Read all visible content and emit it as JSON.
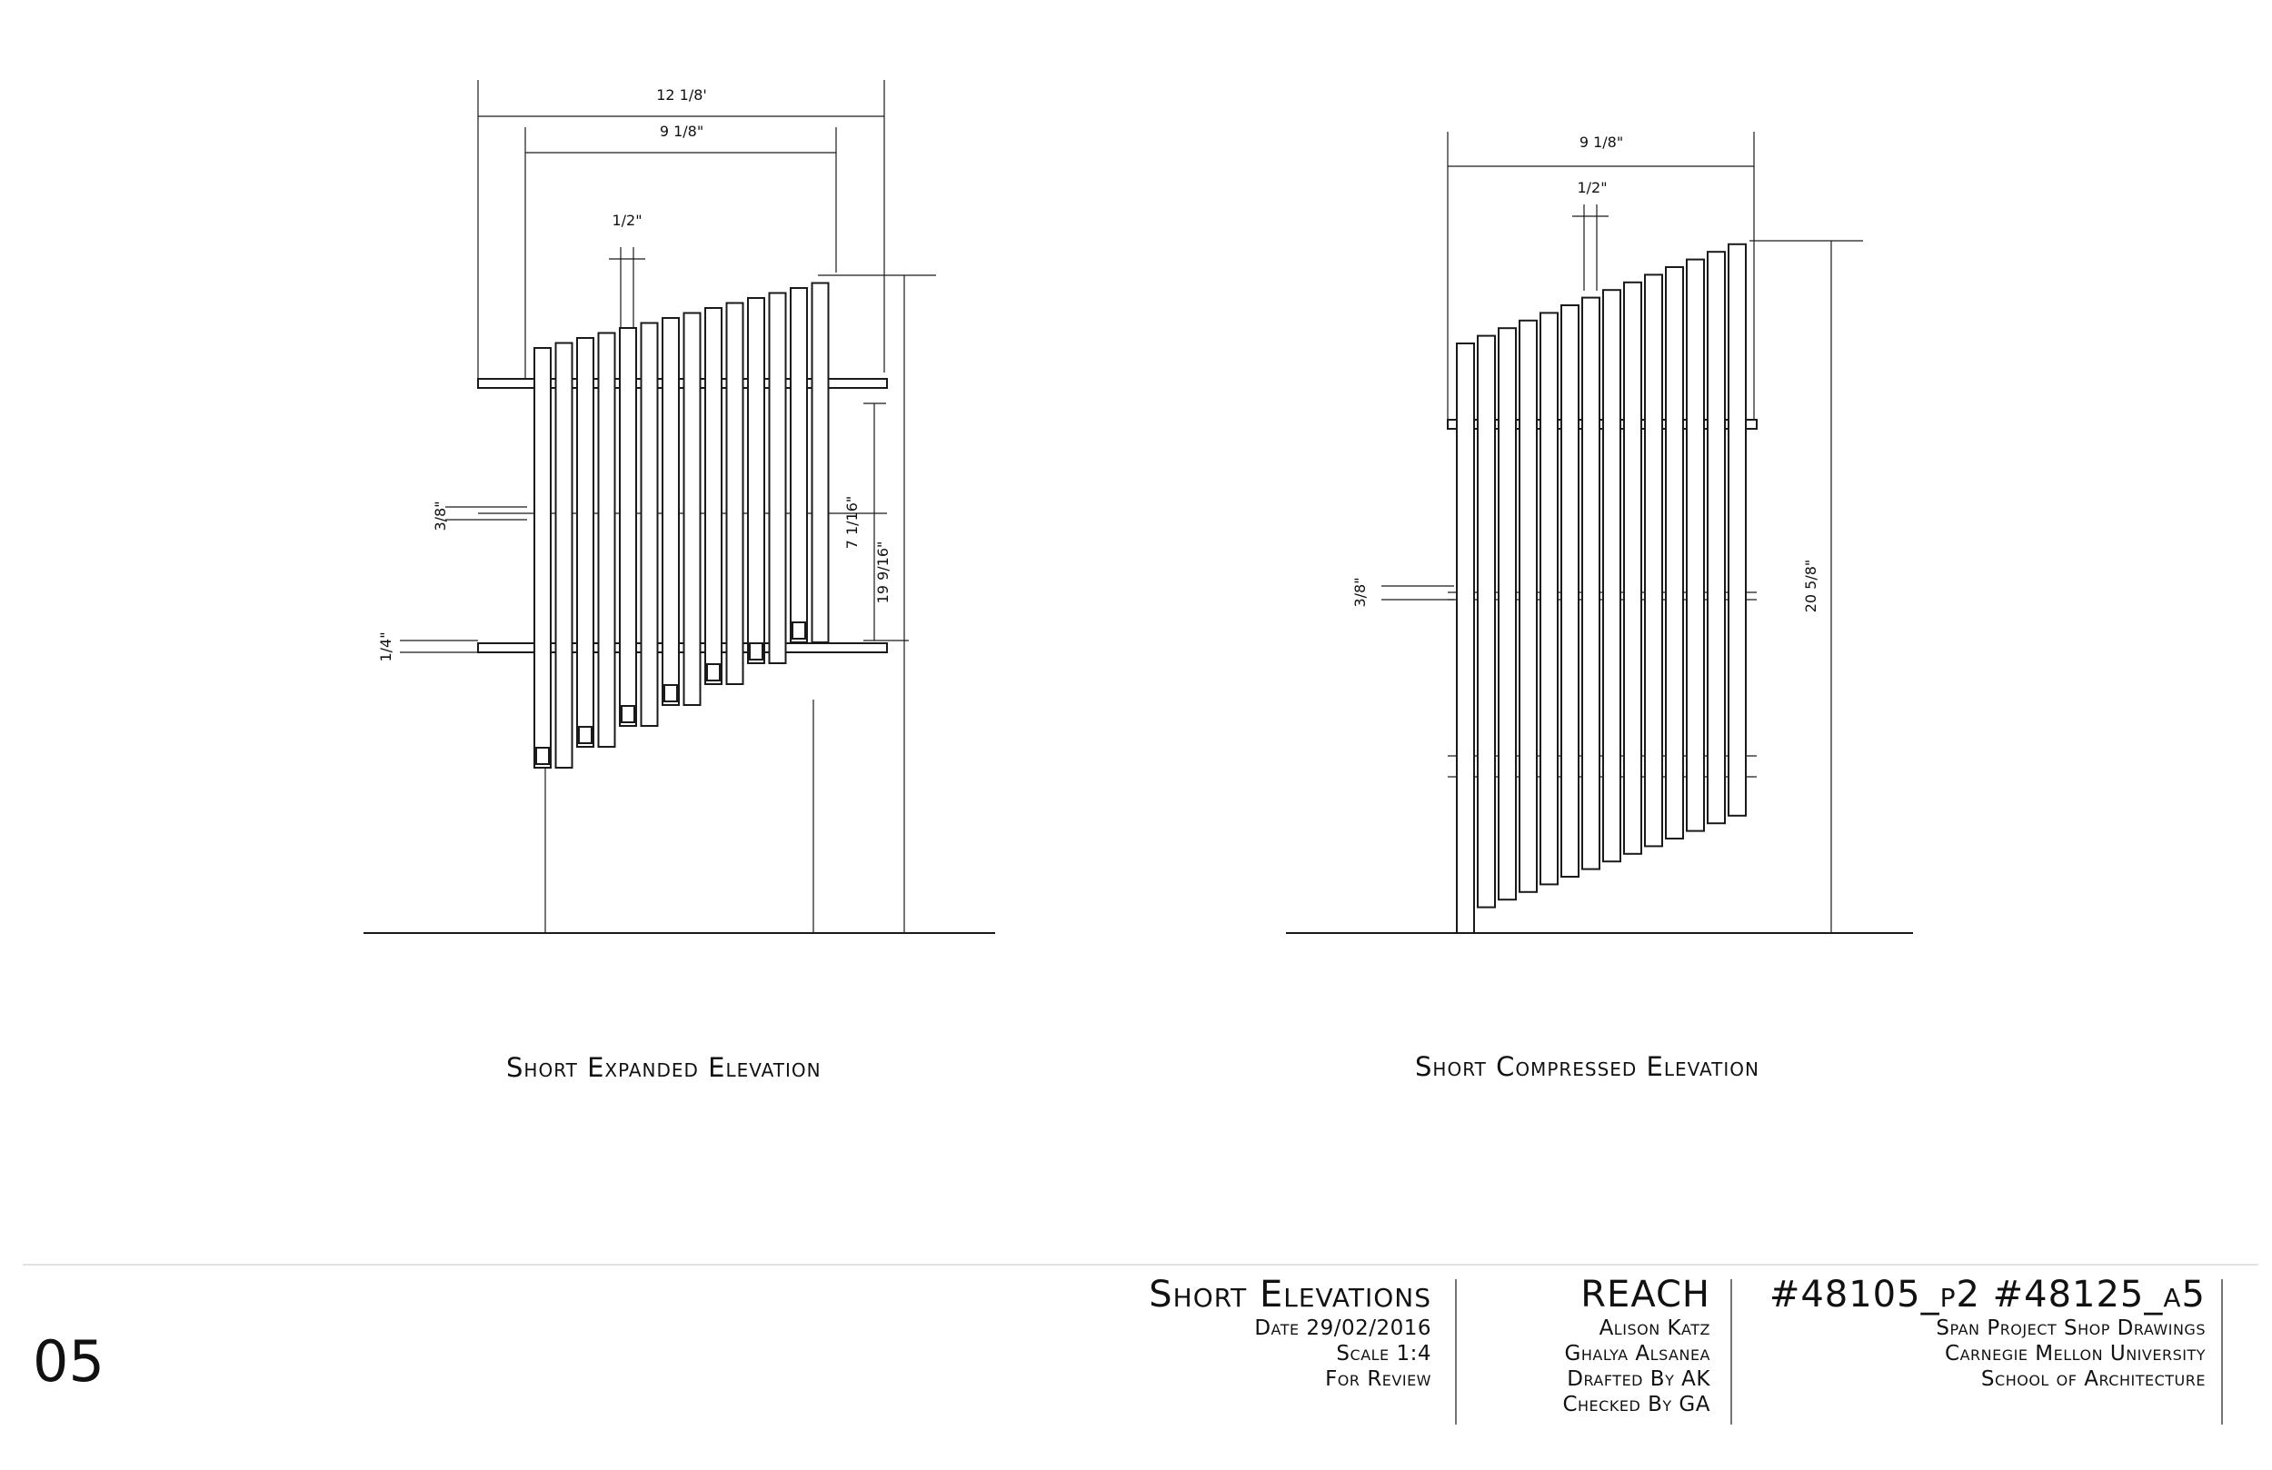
{
  "elevations": {
    "expanded": {
      "caption": "Short Expanded Elevation",
      "dims": {
        "overall_width": "12 1/8'",
        "inner_width": "9 1/8\"",
        "slat_gap": "1/2\"",
        "left_upper": "3/8\"",
        "left_lower": "1/4\"",
        "right_inner": "7 1/16\"",
        "right_outer": "19 9/16\""
      }
    },
    "compressed": {
      "caption": "Short Compressed Elevation",
      "dims": {
        "width": "9 1/8\"",
        "slat_gap": "1/2\"",
        "left": "3/8\"",
        "height": "20 5/8\""
      }
    }
  },
  "title_block": {
    "sheet_number": "05",
    "title": "Short Elevations",
    "date": "Date 29/02/2016",
    "scale": "Scale 1:4",
    "status": "For Review",
    "project": "REACH",
    "designer_1": "Alison Katz",
    "designer_2": "Ghalya Alsanea",
    "drafted": "Drafted By AK",
    "checked": "Checked By GA",
    "course": "#48105_p2 #48125_a5",
    "line_1": "Span Project Shop Drawings",
    "line_2": "Carnegie Mellon University",
    "line_3": "School of Architecture"
  }
}
